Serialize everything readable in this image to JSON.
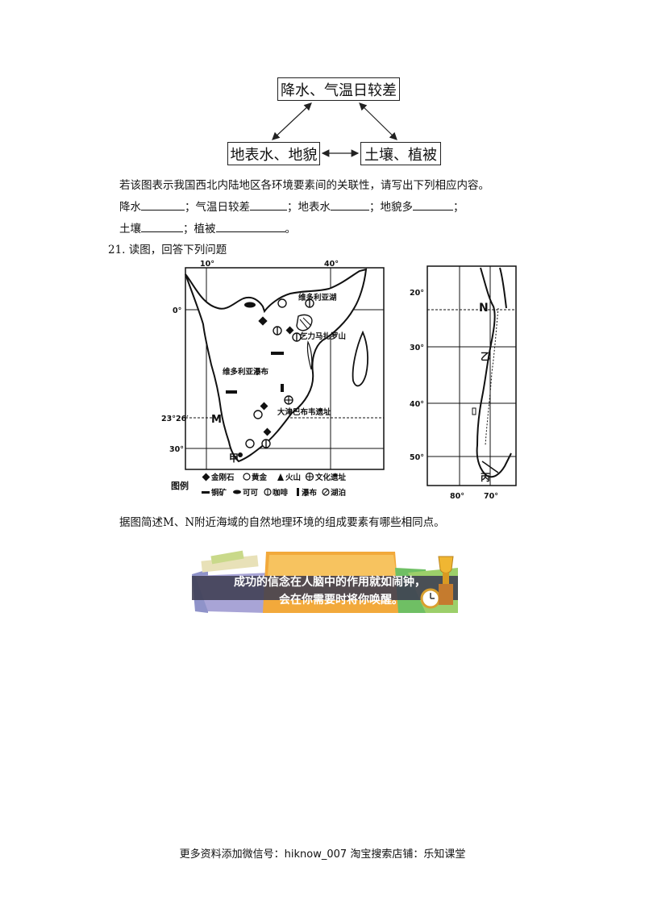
{
  "diagram": {
    "top_box": "降水、气温日较差",
    "left_box": "地表水、地貌",
    "right_box": "土壤、植被"
  },
  "q20": {
    "intro": "若该图表示我国西北内陆地区各环境要素间的关联性，请写出下列相应内容。",
    "l_rain": "降水",
    "l_temp": "；气温日较差",
    "l_water": "；地表水",
    "l_landform": "；地貌多",
    "l_end1": "；",
    "l_soil": "土壤",
    "l_veg": "；植被",
    "l_end2": "。"
  },
  "q21": {
    "number": "21.",
    "title": "读图，回答下列问题",
    "question": "据图简述M、N附近海域的自然地理环境的组成要素有哪些相同点。"
  },
  "africa_map": {
    "lon_10": "10°",
    "lon_40": "40°",
    "lat_0": "0°",
    "lat_2326": "23°26′",
    "lat_30": "30°",
    "label_victoria_lake": "维多利亚湖",
    "label_kilimanjaro": "乞力马扎罗山",
    "label_victoria_falls": "维多利亚瀑布",
    "label_zimbabwe": "大津巴布韦遗址",
    "label_M": "M",
    "label_jia": "甲",
    "legend_title": "图例",
    "legend_diamond": "金刚石",
    "legend_gold": "黄金",
    "legend_volcano": "火山",
    "legend_culture": "文化遗址",
    "legend_copper": "铜矿",
    "legend_cocoa": "可可",
    "legend_coffee": "咖啡",
    "legend_falls": "瀑布",
    "legend_lake": "湖泊"
  },
  "sa_map": {
    "lat_20": "20°",
    "lat_30": "30°",
    "lat_40": "40°",
    "lat_50": "50°",
    "lon_80": "80°",
    "lon_70": "70°",
    "label_N": "N",
    "label_yi": "乙",
    "label_bing": "丙"
  },
  "banner": {
    "line1": "成功的信念在人脑中的作用就如闹钟，",
    "line2": "会在你需要时将你唤醒。"
  },
  "footer": "更多资料添加微信号：hiknow_007   淘宝搜索店铺：乐知课堂"
}
